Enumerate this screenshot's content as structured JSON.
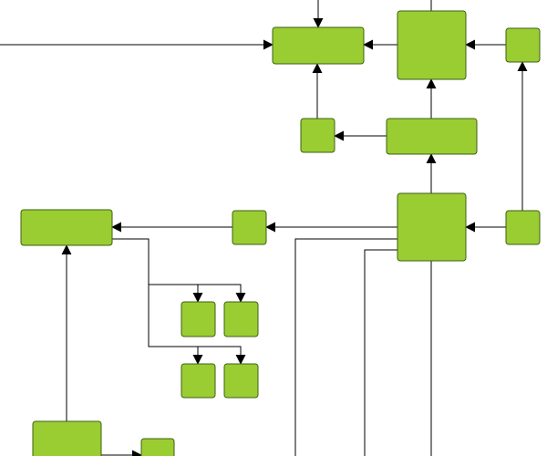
{
  "diagram": {
    "node_fill": "#9acd32",
    "node_border": "#3f5f12",
    "edge_color": "#000000",
    "nodes": [
      {
        "id": "n-top-wide",
        "label": ""
      },
      {
        "id": "n-top-tall",
        "label": ""
      },
      {
        "id": "n-top-right-small",
        "label": ""
      },
      {
        "id": "n-mid-small",
        "label": ""
      },
      {
        "id": "n-mid-wide",
        "label": ""
      },
      {
        "id": "n-left-wide",
        "label": ""
      },
      {
        "id": "n-center-small",
        "label": ""
      },
      {
        "id": "n-hub",
        "label": ""
      },
      {
        "id": "n-right-small",
        "label": ""
      },
      {
        "id": "n-grid-1",
        "label": ""
      },
      {
        "id": "n-grid-2",
        "label": ""
      },
      {
        "id": "n-grid-3",
        "label": ""
      },
      {
        "id": "n-grid-4",
        "label": ""
      },
      {
        "id": "n-bottom-left",
        "label": ""
      },
      {
        "id": "n-bottom-small",
        "label": ""
      }
    ],
    "edges": [
      {
        "id": "e-incoming-top"
      },
      {
        "id": "e-incoming-left"
      },
      {
        "id": "e-tall-to-wide"
      },
      {
        "id": "e-offscreen-top-tall"
      },
      {
        "id": "e-topright-to-tall"
      },
      {
        "id": "e-midsmall-to-wide"
      },
      {
        "id": "e-midwide-to-midsmall"
      },
      {
        "id": "e-midwide-to-tall"
      },
      {
        "id": "e-hub-to-midwide"
      },
      {
        "id": "e-rightsmall-to-topright"
      },
      {
        "id": "e-rightsmall-to-hub"
      },
      {
        "id": "e-hub-to-centersmall"
      },
      {
        "id": "e-centersmall-to-leftwide"
      },
      {
        "id": "e-hub-down-1"
      },
      {
        "id": "e-hub-down-2"
      },
      {
        "id": "e-hub-down-3"
      },
      {
        "id": "e-leftwide-to-grid1"
      },
      {
        "id": "e-leftwide-to-grid2"
      },
      {
        "id": "e-leftwide-to-grid3"
      },
      {
        "id": "e-leftwide-to-grid4"
      },
      {
        "id": "e-bottomleft-to-leftwide"
      },
      {
        "id": "e-bottomleft-to-bottomsmall"
      }
    ]
  }
}
